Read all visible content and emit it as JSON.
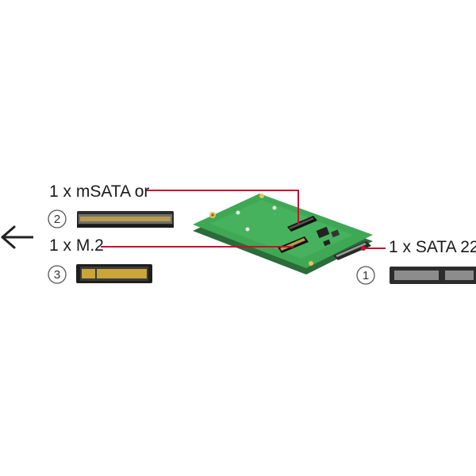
{
  "labels": {
    "msata": "1 x mSATA or",
    "m2": "1 x M.2",
    "sata": "1 x SATA 22"
  },
  "markers": {
    "one": "1",
    "two": "2",
    "three": "3"
  },
  "colors": {
    "callout_line": "#c8102e",
    "board_green": "#3fa855",
    "arrow": "#222222"
  },
  "icons": {
    "arrow": "arrow-left-icon"
  }
}
